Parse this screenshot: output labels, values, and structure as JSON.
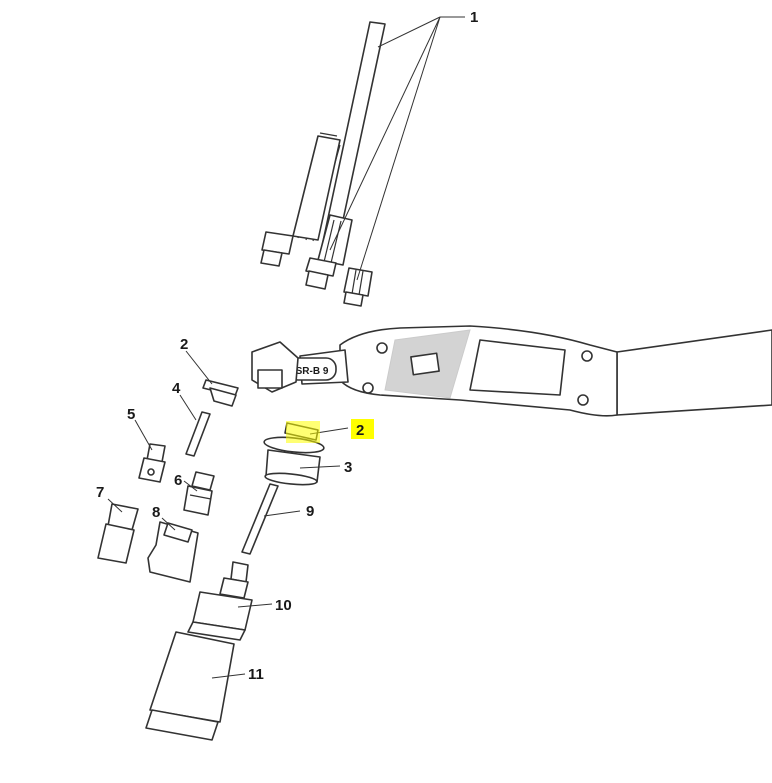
{
  "callouts": [
    {
      "id": "c1",
      "label": "1"
    },
    {
      "id": "c2a",
      "label": "2"
    },
    {
      "id": "c2b",
      "label": "2",
      "highlighted": true
    },
    {
      "id": "c3",
      "label": "3"
    },
    {
      "id": "c4",
      "label": "4"
    },
    {
      "id": "c5",
      "label": "5"
    },
    {
      "id": "c6",
      "label": "6"
    },
    {
      "id": "c7",
      "label": "7"
    },
    {
      "id": "c8",
      "label": "8"
    },
    {
      "id": "c9",
      "label": "9"
    },
    {
      "id": "c10",
      "label": "10"
    },
    {
      "id": "c11",
      "label": "11"
    }
  ],
  "torch": {
    "model_label": "SR-B 9"
  },
  "colors": {
    "highlight": "#ffff00",
    "line": "#333333",
    "background": "#ffffff"
  }
}
